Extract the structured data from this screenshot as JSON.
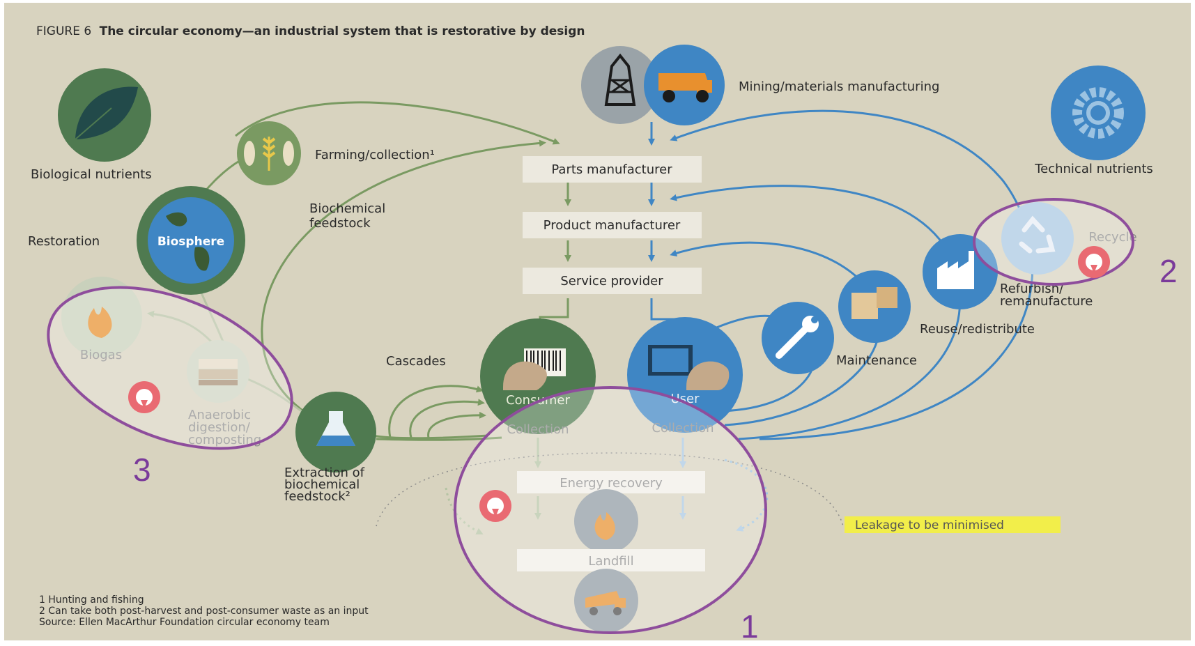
{
  "figure": {
    "label": "FIGURE 6",
    "title": "The circular economy—an industrial system that is restorative by design"
  },
  "biological": {
    "heading": "Biological nutrients",
    "farming": "Farming/collection¹",
    "biochemical_feedstock_line1": "Biochemical",
    "biochemical_feedstock_line2": "feedstock",
    "restoration": "Restoration",
    "biosphere": "Biosphere",
    "biogas": "Biogas",
    "anaerobic_line1": "Anaerobic",
    "anaerobic_line2": "digestion/",
    "anaerobic_line3": "composting",
    "extraction_line1": "Extraction of",
    "extraction_line2": "biochemical",
    "extraction_line3": "feedstock²",
    "cascades": "Cascades"
  },
  "technical": {
    "heading": "Technical nutrients",
    "mining": "Mining/materials manufacturing",
    "recycle": "Recycle",
    "refurbish_line1": "Refurbish/",
    "refurbish_line2": "remanufacture",
    "reuse": "Reuse/redistribute",
    "maintenance": "Maintenance"
  },
  "chain": {
    "parts": "Parts manufacturer",
    "product": "Product manufacturer",
    "service": "Service provider",
    "consumer": "Consumer",
    "user": "User",
    "collection_left": "Collection",
    "collection_right": "Collection",
    "energy_recovery": "Energy recovery",
    "landfill": "Landfill",
    "leakage": "Leakage to be minimised"
  },
  "footnotes": {
    "note1": "1 Hunting and fishing",
    "note2": "2 Can take both post-harvest and post-consumer waste as an input",
    "source": "Source: Ellen MacArthur Foundation circular economy team"
  },
  "annotations": {
    "mark1": "1",
    "mark2": "2",
    "mark3": "3"
  },
  "colors": {
    "background": "#d8d3bf",
    "green": "#7a9a62",
    "dark_green": "#4f7a50",
    "blue": "#3f86c4",
    "light_blue": "#9cc3e2",
    "purple": "#8e4d9c",
    "highlight": "#f2ee4a",
    "pin": "#e96a72"
  },
  "icons": [
    "leaf-icon",
    "fish-wheat-icon",
    "globe-icon",
    "flame-icon",
    "soil-icon",
    "flask-icon",
    "oil-rig-icon",
    "dump-truck-icon",
    "gear-icon",
    "recycle-icon",
    "factory-icon",
    "boxes-icon",
    "wrench-icon",
    "consumer-head-icon",
    "user-head-icon",
    "landfill-truck-icon",
    "location-pin-icon"
  ]
}
